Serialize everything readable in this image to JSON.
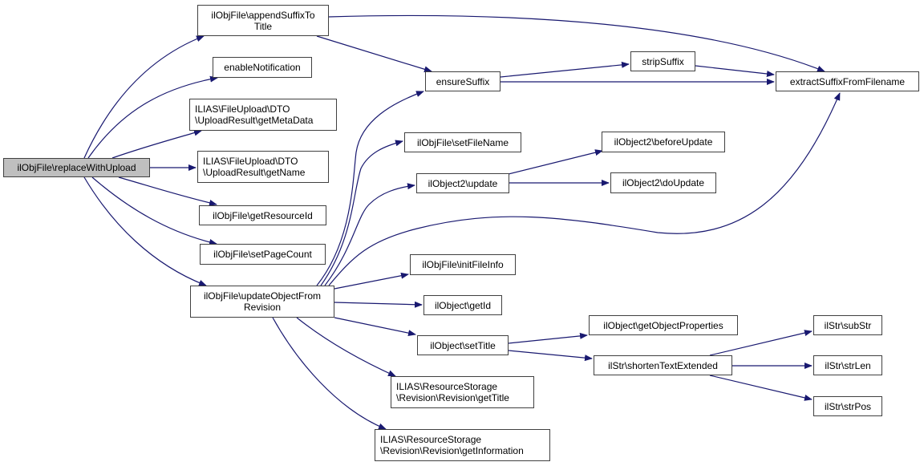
{
  "graph": {
    "type": "call-graph",
    "edge_color": "#191970",
    "node_border_color": "#404040",
    "root_fill": "#bfbfbf",
    "nodes": [
      {
        "id": "root",
        "label": "ilObjFile\\replaceWithUpload",
        "root": true
      },
      {
        "id": "appendSuffixToTitle",
        "label": "ilObjFile\\appendSuffixTo\nTitle"
      },
      {
        "id": "enableNotification",
        "label": "enableNotification"
      },
      {
        "id": "getMetaData",
        "label": "ILIAS\\FileUpload\\DTO\n\\UploadResult\\getMetaData",
        "align": "left"
      },
      {
        "id": "getName",
        "label": "ILIAS\\FileUpload\\DTO\n\\UploadResult\\getName",
        "align": "left"
      },
      {
        "id": "getResourceId",
        "label": "ilObjFile\\getResourceId"
      },
      {
        "id": "setPageCount",
        "label": "ilObjFile\\setPageCount"
      },
      {
        "id": "updateObjectFromRevision",
        "label": "ilObjFile\\updateObjectFrom\nRevision"
      },
      {
        "id": "ensureSuffix",
        "label": "ensureSuffix"
      },
      {
        "id": "stripSuffix",
        "label": "stripSuffix"
      },
      {
        "id": "extractSuffixFromFilename",
        "label": "extractSuffixFromFilename"
      },
      {
        "id": "setFileName",
        "label": "ilObjFile\\setFileName"
      },
      {
        "id": "update",
        "label": "ilObject2\\update"
      },
      {
        "id": "beforeUpdate",
        "label": "ilObject2\\beforeUpdate"
      },
      {
        "id": "doUpdate",
        "label": "ilObject2\\doUpdate"
      },
      {
        "id": "initFileInfo",
        "label": "ilObjFile\\initFileInfo"
      },
      {
        "id": "getId",
        "label": "ilObject\\getId"
      },
      {
        "id": "setTitle",
        "label": "ilObject\\setTitle"
      },
      {
        "id": "getObjectProperties",
        "label": "ilObject\\getObjectProperties"
      },
      {
        "id": "shortenTextExtended",
        "label": "ilStr\\shortenTextExtended"
      },
      {
        "id": "subStr",
        "label": "ilStr\\subStr"
      },
      {
        "id": "strLen",
        "label": "ilStr\\strLen"
      },
      {
        "id": "strPos",
        "label": "ilStr\\strPos"
      },
      {
        "id": "revGetTitle",
        "label": "ILIAS\\ResourceStorage\n\\Revision\\Revision\\getTitle",
        "align": "left"
      },
      {
        "id": "revGetInformation",
        "label": "ILIAS\\ResourceStorage\n\\Revision\\Revision\\getInformation",
        "align": "left"
      }
    ],
    "edges": [
      {
        "from": "root",
        "to": "appendSuffixToTitle"
      },
      {
        "from": "root",
        "to": "enableNotification"
      },
      {
        "from": "root",
        "to": "getMetaData"
      },
      {
        "from": "root",
        "to": "getName"
      },
      {
        "from": "root",
        "to": "getResourceId"
      },
      {
        "from": "root",
        "to": "setPageCount"
      },
      {
        "from": "root",
        "to": "updateObjectFromRevision"
      },
      {
        "from": "appendSuffixToTitle",
        "to": "ensureSuffix"
      },
      {
        "from": "appendSuffixToTitle",
        "to": "extractSuffixFromFilename"
      },
      {
        "from": "ensureSuffix",
        "to": "stripSuffix"
      },
      {
        "from": "ensureSuffix",
        "to": "extractSuffixFromFilename"
      },
      {
        "from": "stripSuffix",
        "to": "extractSuffixFromFilename"
      },
      {
        "from": "updateObjectFromRevision",
        "to": "ensureSuffix"
      },
      {
        "from": "updateObjectFromRevision",
        "to": "setFileName"
      },
      {
        "from": "updateObjectFromRevision",
        "to": "update"
      },
      {
        "from": "updateObjectFromRevision",
        "to": "extractSuffixFromFilename"
      },
      {
        "from": "updateObjectFromRevision",
        "to": "initFileInfo"
      },
      {
        "from": "updateObjectFromRevision",
        "to": "getId"
      },
      {
        "from": "updateObjectFromRevision",
        "to": "setTitle"
      },
      {
        "from": "updateObjectFromRevision",
        "to": "revGetTitle"
      },
      {
        "from": "updateObjectFromRevision",
        "to": "revGetInformation"
      },
      {
        "from": "update",
        "to": "beforeUpdate"
      },
      {
        "from": "update",
        "to": "doUpdate"
      },
      {
        "from": "setTitle",
        "to": "getObjectProperties"
      },
      {
        "from": "setTitle",
        "to": "shortenTextExtended"
      },
      {
        "from": "shortenTextExtended",
        "to": "subStr"
      },
      {
        "from": "shortenTextExtended",
        "to": "strLen"
      },
      {
        "from": "shortenTextExtended",
        "to": "strPos"
      }
    ]
  }
}
